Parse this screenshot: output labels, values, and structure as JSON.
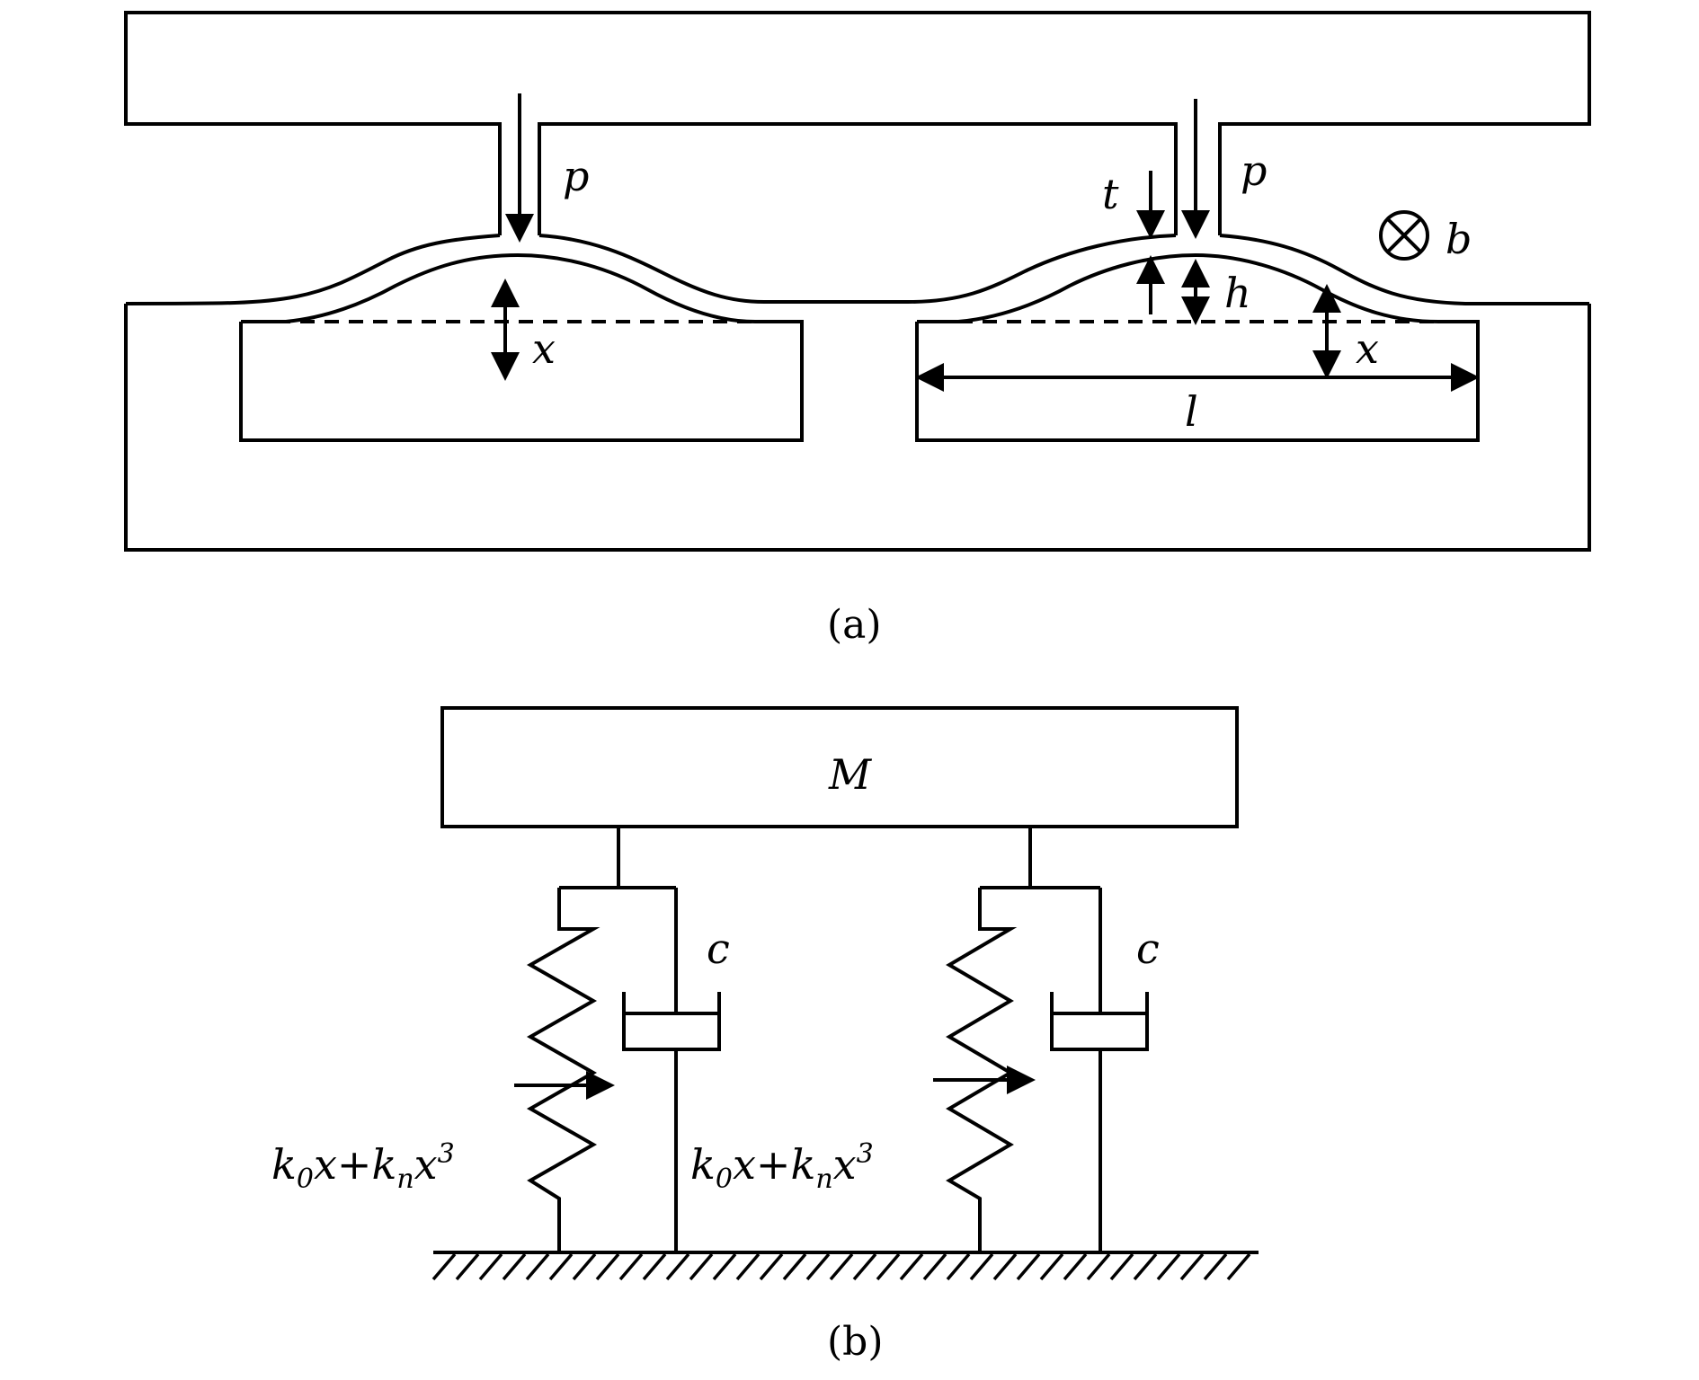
{
  "panel_a": {
    "caption": "(a)",
    "labels": {
      "p_left": "p",
      "p_right": "p",
      "t": "t",
      "h": "h",
      "x_left": "x",
      "x_right": "x",
      "l": "l",
      "b": "b"
    },
    "field_symbol": "⊗"
  },
  "panel_b": {
    "caption": "(b)",
    "mass": "M",
    "damper_left": "c",
    "damper_right": "c",
    "spring_law_left": {
      "k": "k",
      "k0_sub": "0",
      "x1": "x",
      "plus": "+",
      "kn_sub": "n",
      "x3": "x",
      "exp": "3"
    },
    "spring_law_right": {
      "k": "k",
      "k0_sub": "0",
      "x1": "x",
      "plus": "+",
      "kn_sub": "n",
      "x3": "x",
      "exp": "3"
    }
  }
}
